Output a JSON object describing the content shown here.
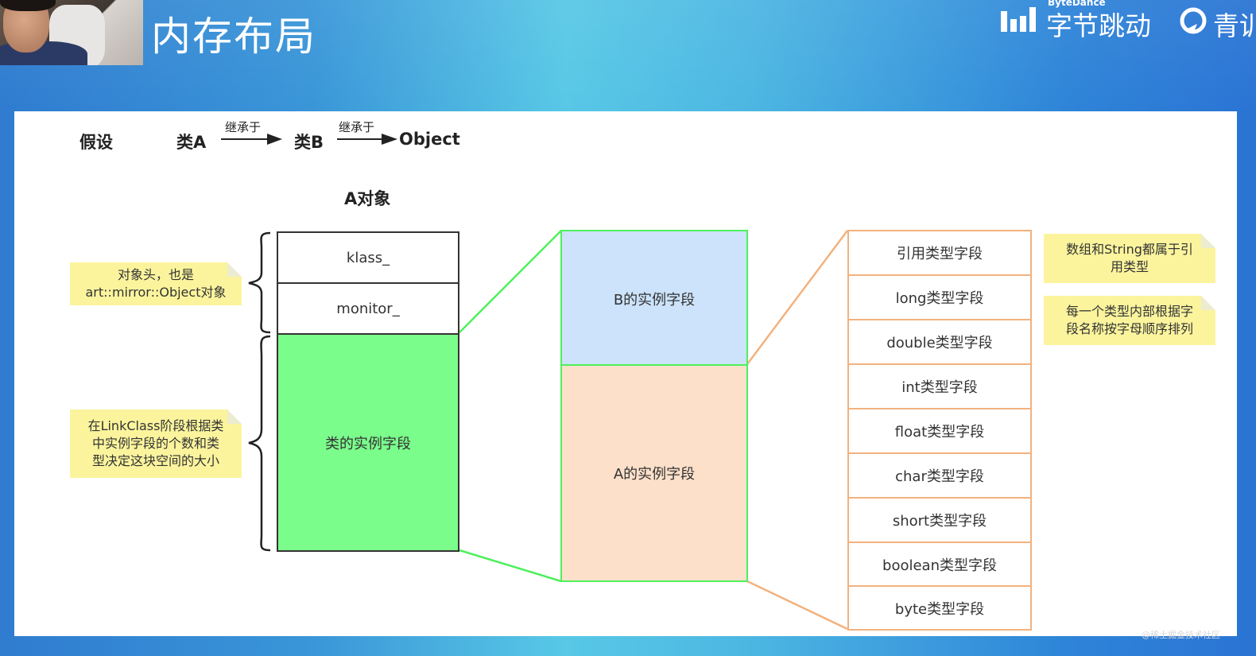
{
  "header": {
    "title": "内存布局",
    "brand_top": "ByteDance",
    "brand_name": "字节跳动",
    "brand2_text": "青训"
  },
  "assume": {
    "label": "假设",
    "class_a": "类A",
    "inherit1": "继承于",
    "class_b": "类B",
    "inherit2": "继承于",
    "object": "Object"
  },
  "object_title": "A对象",
  "object_layout": {
    "klass": "klass_",
    "monitor": "monitor_",
    "instance_fields": "类的实例字段"
  },
  "notes": {
    "header_note": [
      "对象头，也是",
      "art::mirror::Object对象"
    ],
    "linkclass_note": [
      "在LinkClass阶段根据类",
      "中实例字段的个数和类",
      "型决定这块空间的大小"
    ],
    "string_note": [
      "数组和String都属于引",
      "用类型"
    ],
    "order_note": [
      "每一个类型内部根据字",
      "段名称按字母顺序排列"
    ]
  },
  "instance_detail": {
    "b_fields": "B的实例字段",
    "a_fields": "A的实例字段"
  },
  "field_types": [
    "引用类型字段",
    "long类型字段",
    "double类型字段",
    "int类型字段",
    "float类型字段",
    "char类型字段",
    "short类型字段",
    "boolean类型字段",
    "byte类型字段"
  ],
  "watermark": "@稀土掘金技术社区",
  "colors": {
    "green_fill": "#7bfd8c",
    "green_line": "#4ef05c",
    "blue_fill": "#cce3fb",
    "peach_fill": "#fde0c9",
    "orange_line": "#f2b27e",
    "note_fill": "#fbf49d"
  }
}
